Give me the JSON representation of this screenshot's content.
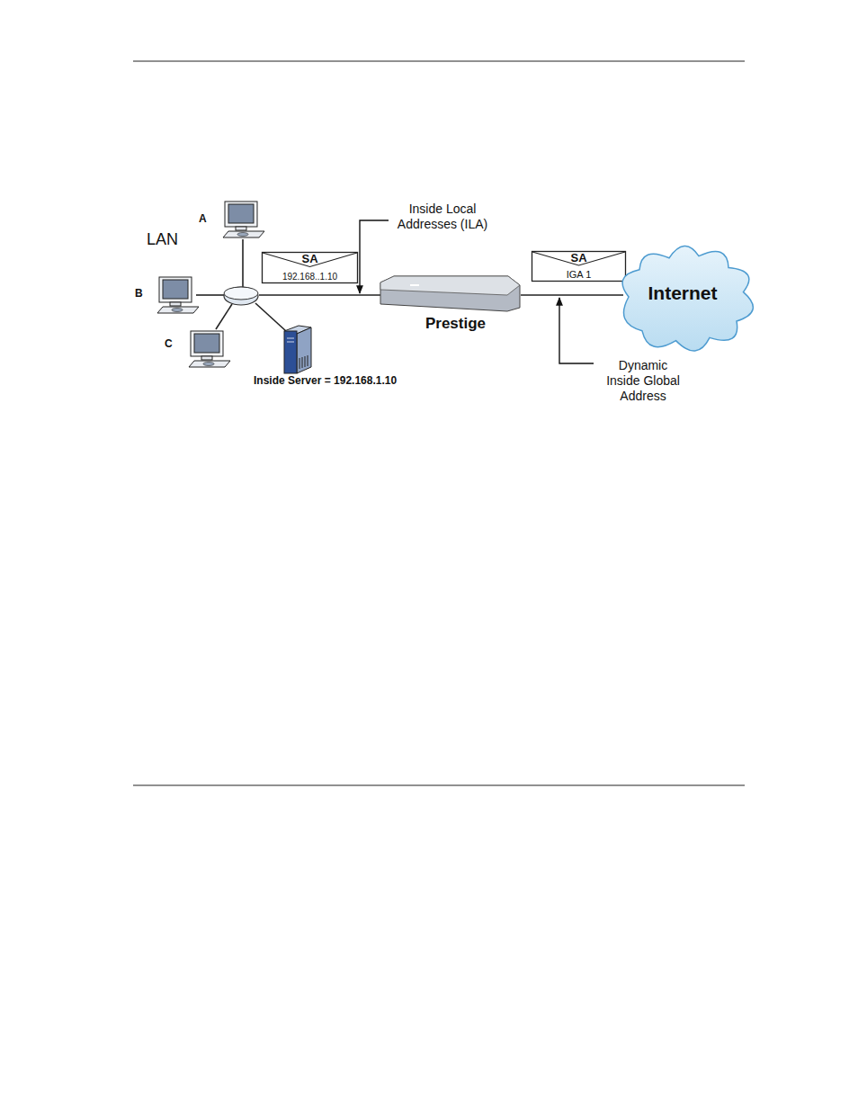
{
  "diagram": {
    "nodes": [
      {
        "text": [
          "SA",
          "192.168..1.10"
        ]
      },
      {
        "text": [
          "Prestige"
        ]
      },
      {
        "text": [
          "SA",
          "IGA 1"
        ]
      },
      {
        "text": [
          "Internet"
        ]
      }
    ],
    "edges": [
      {
        "from": 1,
        "to": 3,
        "arrow": "none"
      }
    ],
    "labels": [
      "LAN",
      "A",
      "B",
      "C",
      "Inside Server = 192.168.1.10",
      "Inside Local Addresses (ILA)",
      "Dynamic Inside Global Address"
    ]
  }
}
